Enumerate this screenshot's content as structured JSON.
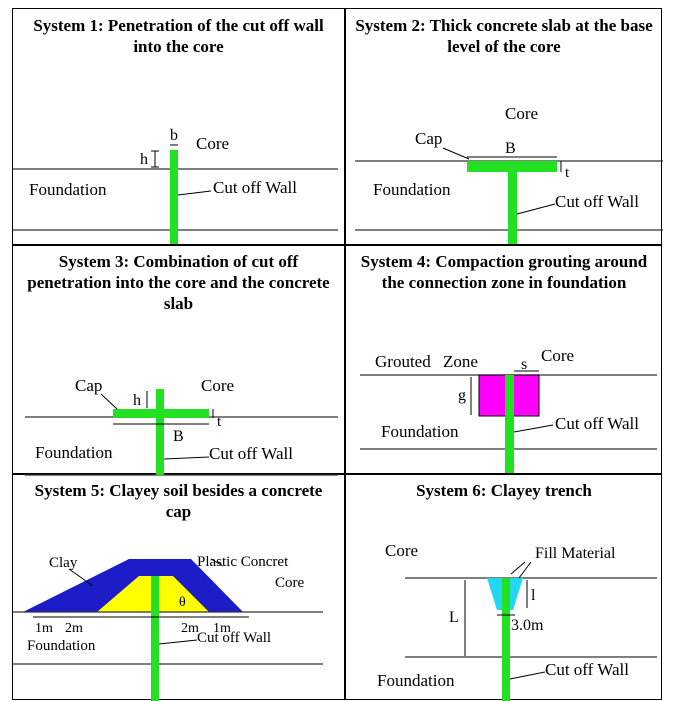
{
  "panels": [
    {
      "title": "System 1: Penetration of the cut off wall into the core",
      "labels": {
        "b": "b",
        "core": "Core",
        "h": "h",
        "foundation": "Foundation",
        "wall": "Cut off Wall"
      }
    },
    {
      "title": "System 2: Thick concrete slab at the base level of the core",
      "labels": {
        "core": "Core",
        "cap": "Cap",
        "B": "B",
        "t": "t",
        "foundation": "Foundation",
        "wall": "Cut off Wall"
      }
    },
    {
      "title": "System 3: Combination of cut off penetration into the core and the concrete slab",
      "labels": {
        "cap": "Cap",
        "h": "h",
        "core": "Core",
        "t": "t",
        "B": "B",
        "foundation": "Foundation",
        "wall": "Cut off Wall"
      }
    },
    {
      "title": "System 4: Compaction grouting around the connection zone in foundation",
      "labels": {
        "grouted": "Grouted",
        "zone": "Zone",
        "core": "Core",
        "s": "s",
        "g": "g",
        "foundation": "Foundation",
        "wall": "Cut off Wall"
      }
    },
    {
      "title": "System 5: Clayey soil besides a concrete cap",
      "labels": {
        "clay": "Clay",
        "plastic": "Plastic Concret",
        "core": "Core",
        "theta": "θ",
        "d1": "1m",
        "d2": "2m",
        "d3": "2m",
        "d4": "1m",
        "foundation": "Foundation",
        "wall": "Cut off Wall"
      }
    },
    {
      "title": "System 6: Clayey trench",
      "labels": {
        "core": "Core",
        "fill": "Fill Material",
        "L": "L",
        "l": "l",
        "w": "3.0m",
        "foundation": "Foundation",
        "wall": "Cut off Wall"
      }
    }
  ],
  "colors": {
    "wall": "#22e022",
    "grout": "#ff00ff",
    "plastic": "#1c1cc8",
    "clay": "#ffff00",
    "fill": "#22d8f0"
  }
}
